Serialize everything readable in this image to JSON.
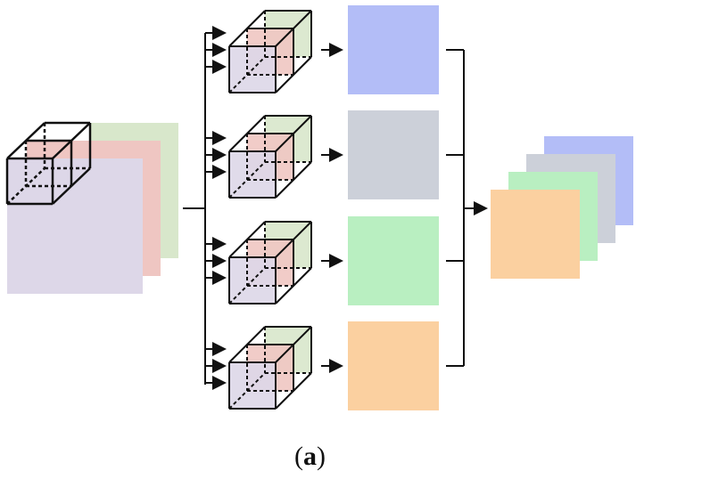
{
  "caption": {
    "open": "(",
    "letter": "a",
    "close": ")"
  },
  "colors": {
    "input_layers": [
      "#d8e7cb",
      "#efc6c2",
      "#ddd7e8"
    ],
    "branch_outputs": [
      "#b3bdf7",
      "#ccd0d9",
      "#b9efc1",
      "#fbd0a0"
    ],
    "line": "#111111"
  },
  "branches": 4,
  "arrows_per_branch": 3
}
